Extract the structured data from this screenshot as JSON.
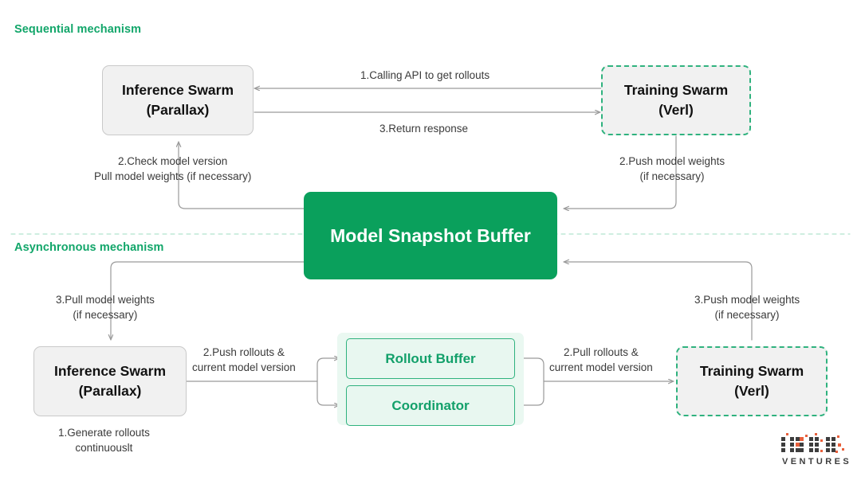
{
  "sections": {
    "sequential": {
      "title": "Sequential mechanism"
    },
    "asynchronous": {
      "title": "Asynchronous mechanism"
    }
  },
  "colors": {
    "accent_green": "#12a66a",
    "buffer_green": "#0aa05c",
    "node_gray_fill": "#f1f1f1",
    "node_gray_border": "#c9c9c9",
    "dashed_border": "#2fb27e",
    "sub_node_fill": "#e8f7f0",
    "arrow_gray": "#9a9a9a",
    "label_text": "#3a3a3a",
    "logo_accent": "#e8603c"
  },
  "nodes": {
    "inference_top": {
      "line1": "Inference Swarm",
      "line2": "(Parallax)"
    },
    "training_top": {
      "line1": "Training Swarm",
      "line2": "(Verl)"
    },
    "snapshot_buffer": {
      "label": "Model Snapshot Buffer"
    },
    "inference_bottom": {
      "line1": "Inference Swarm",
      "line2": "(Parallax)"
    },
    "training_bottom": {
      "line1": "Training Swarm",
      "line2": "(Verl)"
    },
    "rollout_buffer": {
      "label": "Rollout Buffer"
    },
    "coordinator": {
      "label": "Coordinator"
    }
  },
  "edge_labels": {
    "calling_api": {
      "line1": "1.Calling API to get rollouts"
    },
    "return_response": {
      "line1": "3.Return response"
    },
    "check_version": {
      "line1": "2.Check model version",
      "line2": "Pull model weights (if necessary)"
    },
    "push_weights_2": {
      "line1": "2.Push model weights",
      "line2": "(if necessary)"
    },
    "pull_weights_3": {
      "line1": "3.Pull model weights",
      "line2": "(if necessary)"
    },
    "push_weights_3": {
      "line1": "3.Push model weights",
      "line2": "(if necessary)"
    },
    "push_rollouts": {
      "line1": "2.Push rollouts &",
      "line2": "current model version"
    },
    "pull_rollouts": {
      "line1": "2.Pull rollouts &",
      "line2": "current model version"
    },
    "generate": {
      "line1": "1.Generate rollouts",
      "line2": "continuouslt"
    }
  },
  "logo": {
    "wordmark": "IOSG",
    "subtitle": "VENTURES"
  }
}
